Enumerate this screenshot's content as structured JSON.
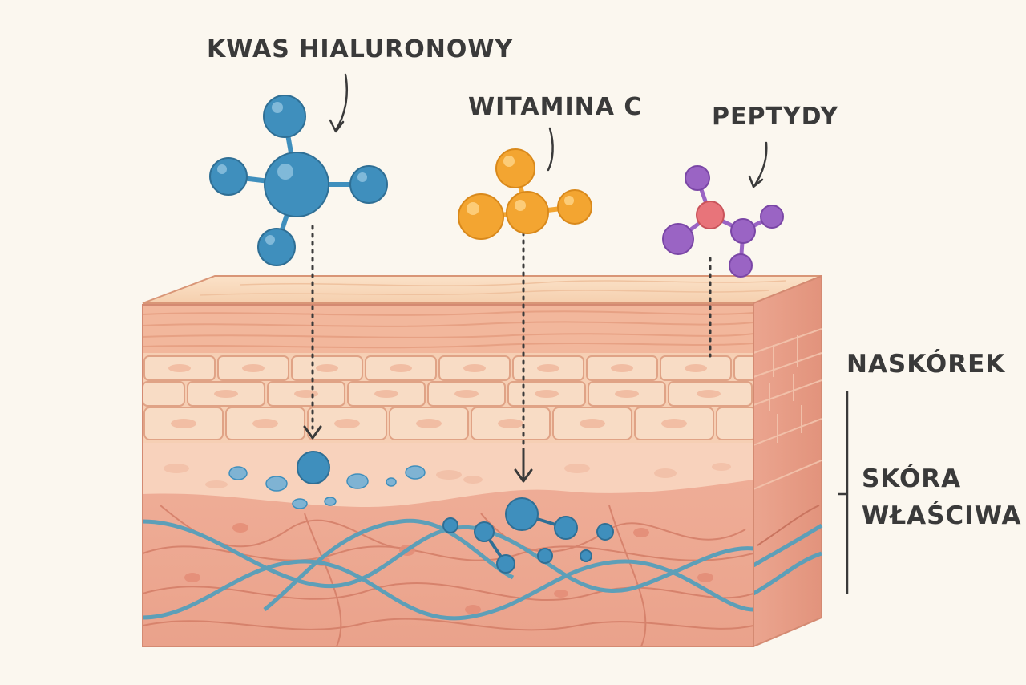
{
  "labels": {
    "hyaluronic_acid": "KWAS HIALURONOWY",
    "vitamin_c": "WITAMINA C",
    "peptides": "PEPTYDY",
    "epidermis": "NASKÓREK",
    "dermis_line1": "SKÓRA",
    "dermis_line2": "WŁAŚCIWA"
  },
  "colors": {
    "background": "#fbf7ef",
    "hyaluronic_acid": "#3f8fbd",
    "vitamin_c": "#f3a531",
    "peptides_core": "#e8747a",
    "peptides": "#9a64c4",
    "epidermis": "#f6cfb4",
    "dermis": "#eeaa96",
    "collagen_fiber": "#5d9fb8",
    "text": "#3a3a3a"
  },
  "icons": [
    "hyaluronic-acid-molecule-icon",
    "vitamin-c-molecule-icon",
    "peptide-molecule-icon",
    "down-arrow-icon"
  ]
}
